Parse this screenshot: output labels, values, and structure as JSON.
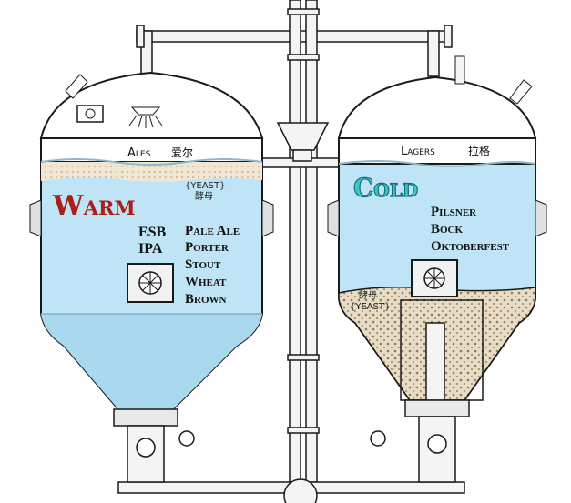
{
  "ales": {
    "heading": "Ales",
    "heading_cn": "爱尔",
    "temperature": "Warm",
    "yeast_en": "{YEAST}",
    "yeast_cn": "酵母",
    "styles_left": [
      "ESB",
      "IPA"
    ],
    "styles_right": [
      "Pale Ale",
      "Porter",
      "Stout",
      "Wheat",
      "Brown"
    ]
  },
  "lagers": {
    "heading": "Lagers",
    "heading_cn": "拉格",
    "temperature": "Cold",
    "yeast_en": "{YEAST}",
    "yeast_cn": "酵母",
    "styles": [
      "Pilsner",
      "Bock",
      "Oktoberfest"
    ]
  },
  "colors": {
    "beer_fill": "#bfe4f5",
    "foam": "#f1e6d2",
    "warm_text": "#a8201a",
    "cold_text": "#36c9d0",
    "line": "#1a1a1a"
  }
}
